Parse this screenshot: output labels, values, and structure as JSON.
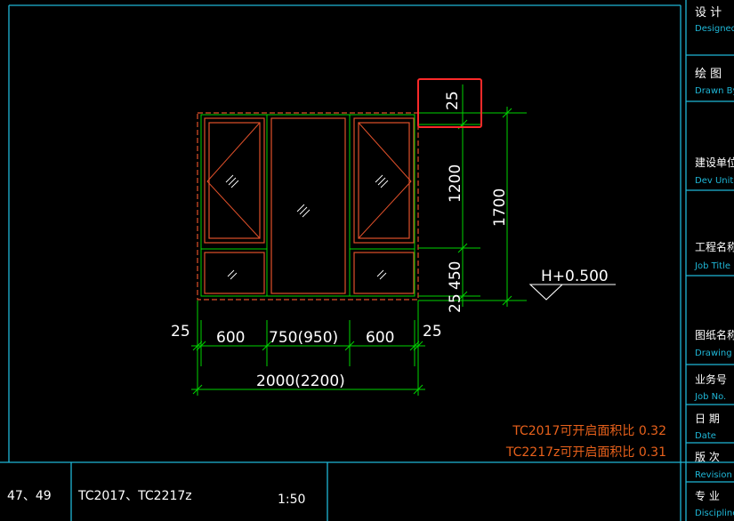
{
  "colors": {
    "frame": "#1fb6d6",
    "dim": "#00d400",
    "text_white": "#ffffff",
    "window_red": "#e0502a",
    "highlight": "#ff2a2a",
    "note_orange": "#e8611b"
  },
  "title_block": {
    "designed": {
      "cn": "设 计",
      "en": "Designed"
    },
    "drawn_by": {
      "cn": "绘 图",
      "en": "Drawn By"
    },
    "dev_unit": {
      "cn": "建设单位",
      "en": "Dev Unit"
    },
    "job_title": {
      "cn": "工程名称",
      "en": "Job Title"
    },
    "drawing": {
      "cn": "图纸名称",
      "en": "Drawing"
    },
    "job_no": {
      "cn": "业务号",
      "en": "Job No."
    },
    "date": {
      "cn": "日 期",
      "en": "Date"
    },
    "revision": {
      "cn": "版 次",
      "en": "Revision"
    },
    "discipline": {
      "cn": "专 业",
      "en": "Discipline"
    }
  },
  "bottom_bar": {
    "sheet_ref": "47、49",
    "window_codes": "TC2017、TC2217z",
    "scale": "1:50"
  },
  "dimensions": {
    "top_offset": "25",
    "upper_height": "1200",
    "total_height": "1700",
    "lower_height": "450",
    "bottom_offset": "25",
    "left_offset": "25",
    "right_offset": "25",
    "left_pane": "600",
    "middle_pane": "750(950)",
    "right_pane": "600",
    "total_width": "2000(2200)"
  },
  "elevation_label": "H+0.500",
  "notes": [
    "TC2017可开启面积比 0.32",
    "TC2217z可开启面积比 0.31"
  ]
}
